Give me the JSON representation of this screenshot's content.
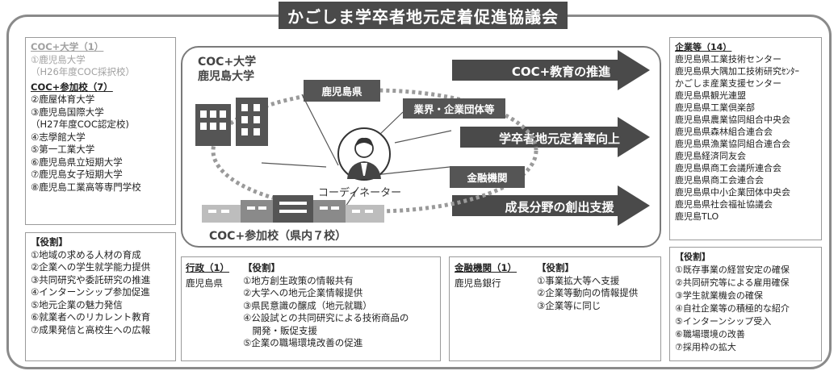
{
  "title": "かごしま学卒者地元定着促進協議会",
  "left_panel": {
    "univ_header": "COC+大学（1）",
    "univ_items": [
      "①鹿児島大学",
      "（H26年度COC採択校）"
    ],
    "partner_header": "COC+参加校（7）",
    "partner_items": [
      "②鹿屋体育大学",
      "③鹿児島国際大学",
      "（H27年度COC認定校)",
      "④志學館大学",
      "⑤第一工業大学",
      "⑥鹿児島県立短期大学",
      "⑦鹿児島女子短期大学",
      "⑧鹿児島工業高等専門学校"
    ]
  },
  "roles_left": {
    "header": "【役割】",
    "items": [
      "①地域の求める人材の育成",
      "②企業への学生就学能力提供",
      "③共同研究や委託研究の推進",
      "④インターンシップ参加促進",
      "⑤地元企業の魅力発信",
      "⑥就業者へのリカレント教育",
      "⑦成果発信と高校生への広報"
    ]
  },
  "center": {
    "coc_univ_line1": "COC+大学",
    "coc_univ_line2": "鹿児島大学",
    "node_pref": "鹿児島県",
    "node_industry": "業界・企業団体等",
    "node_finance": "金融機関",
    "coordinator": "コーディネーター",
    "partner_schools": "COC+参加校（県内７校）",
    "arrows": [
      "COC+教育の推進",
      "学卒者地元定着率向上",
      "成長分野の創出支援"
    ]
  },
  "gov": {
    "header": "行政（1）",
    "item": "鹿児島県",
    "role_header": "【役割】",
    "roles": [
      "①地方創生政策の情報共有",
      "②大学への地元企業情報提供",
      "③県民意識の醸成（地元就職）",
      "④公設試との共同研究による技術商品の",
      "　開発・販促支援",
      "⑤企業の職場環境改善の促進"
    ]
  },
  "finance": {
    "header": "金融機関（1）",
    "item": "鹿児島銀行",
    "role_header": "【役割】",
    "roles": [
      "①事業拡大等へ支援",
      "②企業等動向の情報提供",
      "③企業等に同じ"
    ]
  },
  "companies": {
    "header": "企業等（14）",
    "items": [
      "鹿児島県工業技術センター",
      "鹿児島県大隅加工技術研究ｾﾝﾀｰ",
      "かごしま産業支援センター",
      "鹿児島県観光連盟",
      "鹿児島県工業倶楽部",
      "鹿児島県農業協同組合中央会",
      "鹿児島県森林組合連合会",
      "鹿児島県漁業協同組合連合会",
      "鹿児島経済同友会",
      "鹿児島県商工会議所連合会",
      "鹿児島県商工会連合会",
      "鹿児島県中小企業団体中央会",
      "鹿児島県社会福祉協議会",
      "鹿児島TLO"
    ]
  },
  "roles_right": {
    "header": "【役割】",
    "items": [
      "①既存事業の経営安定の確保",
      "②共同研究等による雇用確保",
      "③学生就業機会の確保",
      "④自社企業等の積極的な紹介",
      "⑤インターンシップ受入",
      "⑥職場環境の改善",
      "⑦採用枠の拡大"
    ]
  }
}
